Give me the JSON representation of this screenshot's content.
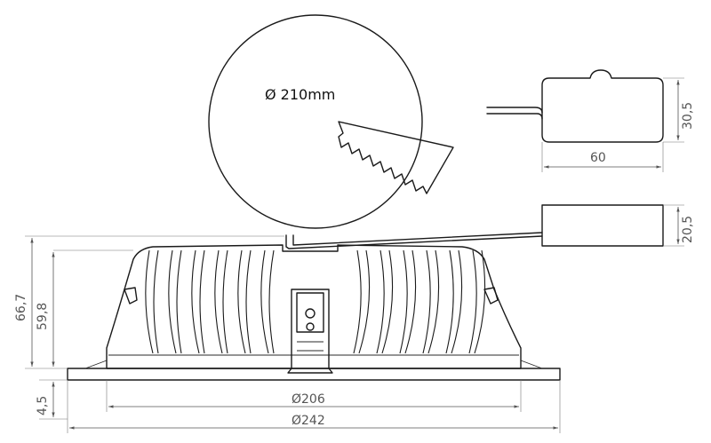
{
  "cutout": {
    "label": "Ø 210mm"
  },
  "driver": {
    "height": "30,5",
    "width": "60"
  },
  "driver_side": {
    "height": "20,5"
  },
  "fixture": {
    "total_height": "66,7",
    "body_height": "59,8",
    "flange_height": "4,5",
    "inner_diameter": "Ø206",
    "outer_diameter": "Ø242"
  },
  "colors": {
    "line": "#1a1a1a",
    "dimension": "#555555"
  }
}
